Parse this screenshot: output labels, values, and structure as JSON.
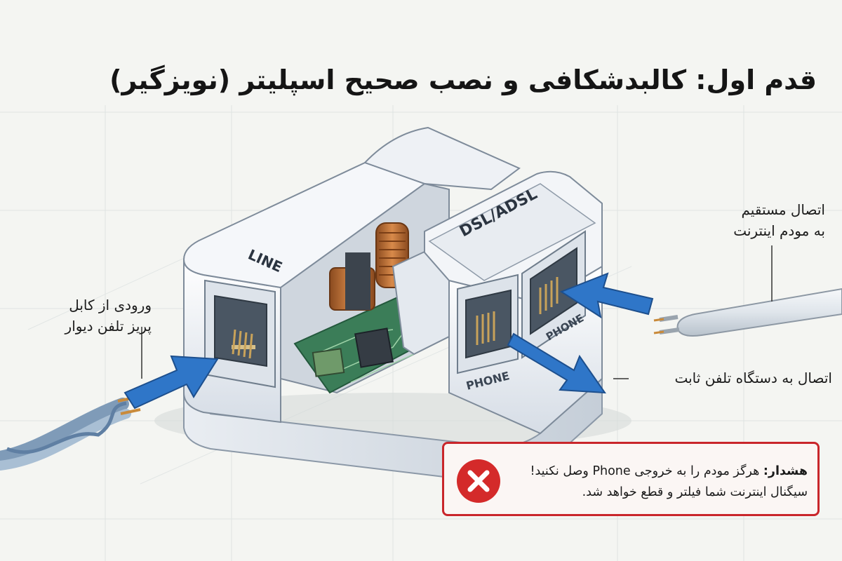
{
  "title": "قدم اول: کالبدشکافی و  نصب صحیح اسپلیتر (نویزگیر)",
  "port_labels": {
    "line": "LINE",
    "dsl": "DSL/ADSL",
    "phone_front": "PHONE",
    "phone_side": "PHONE"
  },
  "callouts": {
    "input": {
      "line1": "ورودی از کابل",
      "line2": "پریز تلفن دیوار"
    },
    "modem": {
      "line1": "اتصال مستقیم",
      "line2": "به مودم اینترنت"
    },
    "phone": {
      "line1": "اتصال به دستگاه تلفن ثابت"
    }
  },
  "warning": {
    "label": "هشدار:",
    "line1": "هرگز مودم را به خروجی Phone وصل نکنید!",
    "line2": "سیگنال اینترنت شما فیلتر و قطع خواهد شد."
  },
  "colors": {
    "arrow": "#2f76c8",
    "warning": "#c9262b",
    "board": "#3b7d58",
    "coil": "#b8682f"
  }
}
